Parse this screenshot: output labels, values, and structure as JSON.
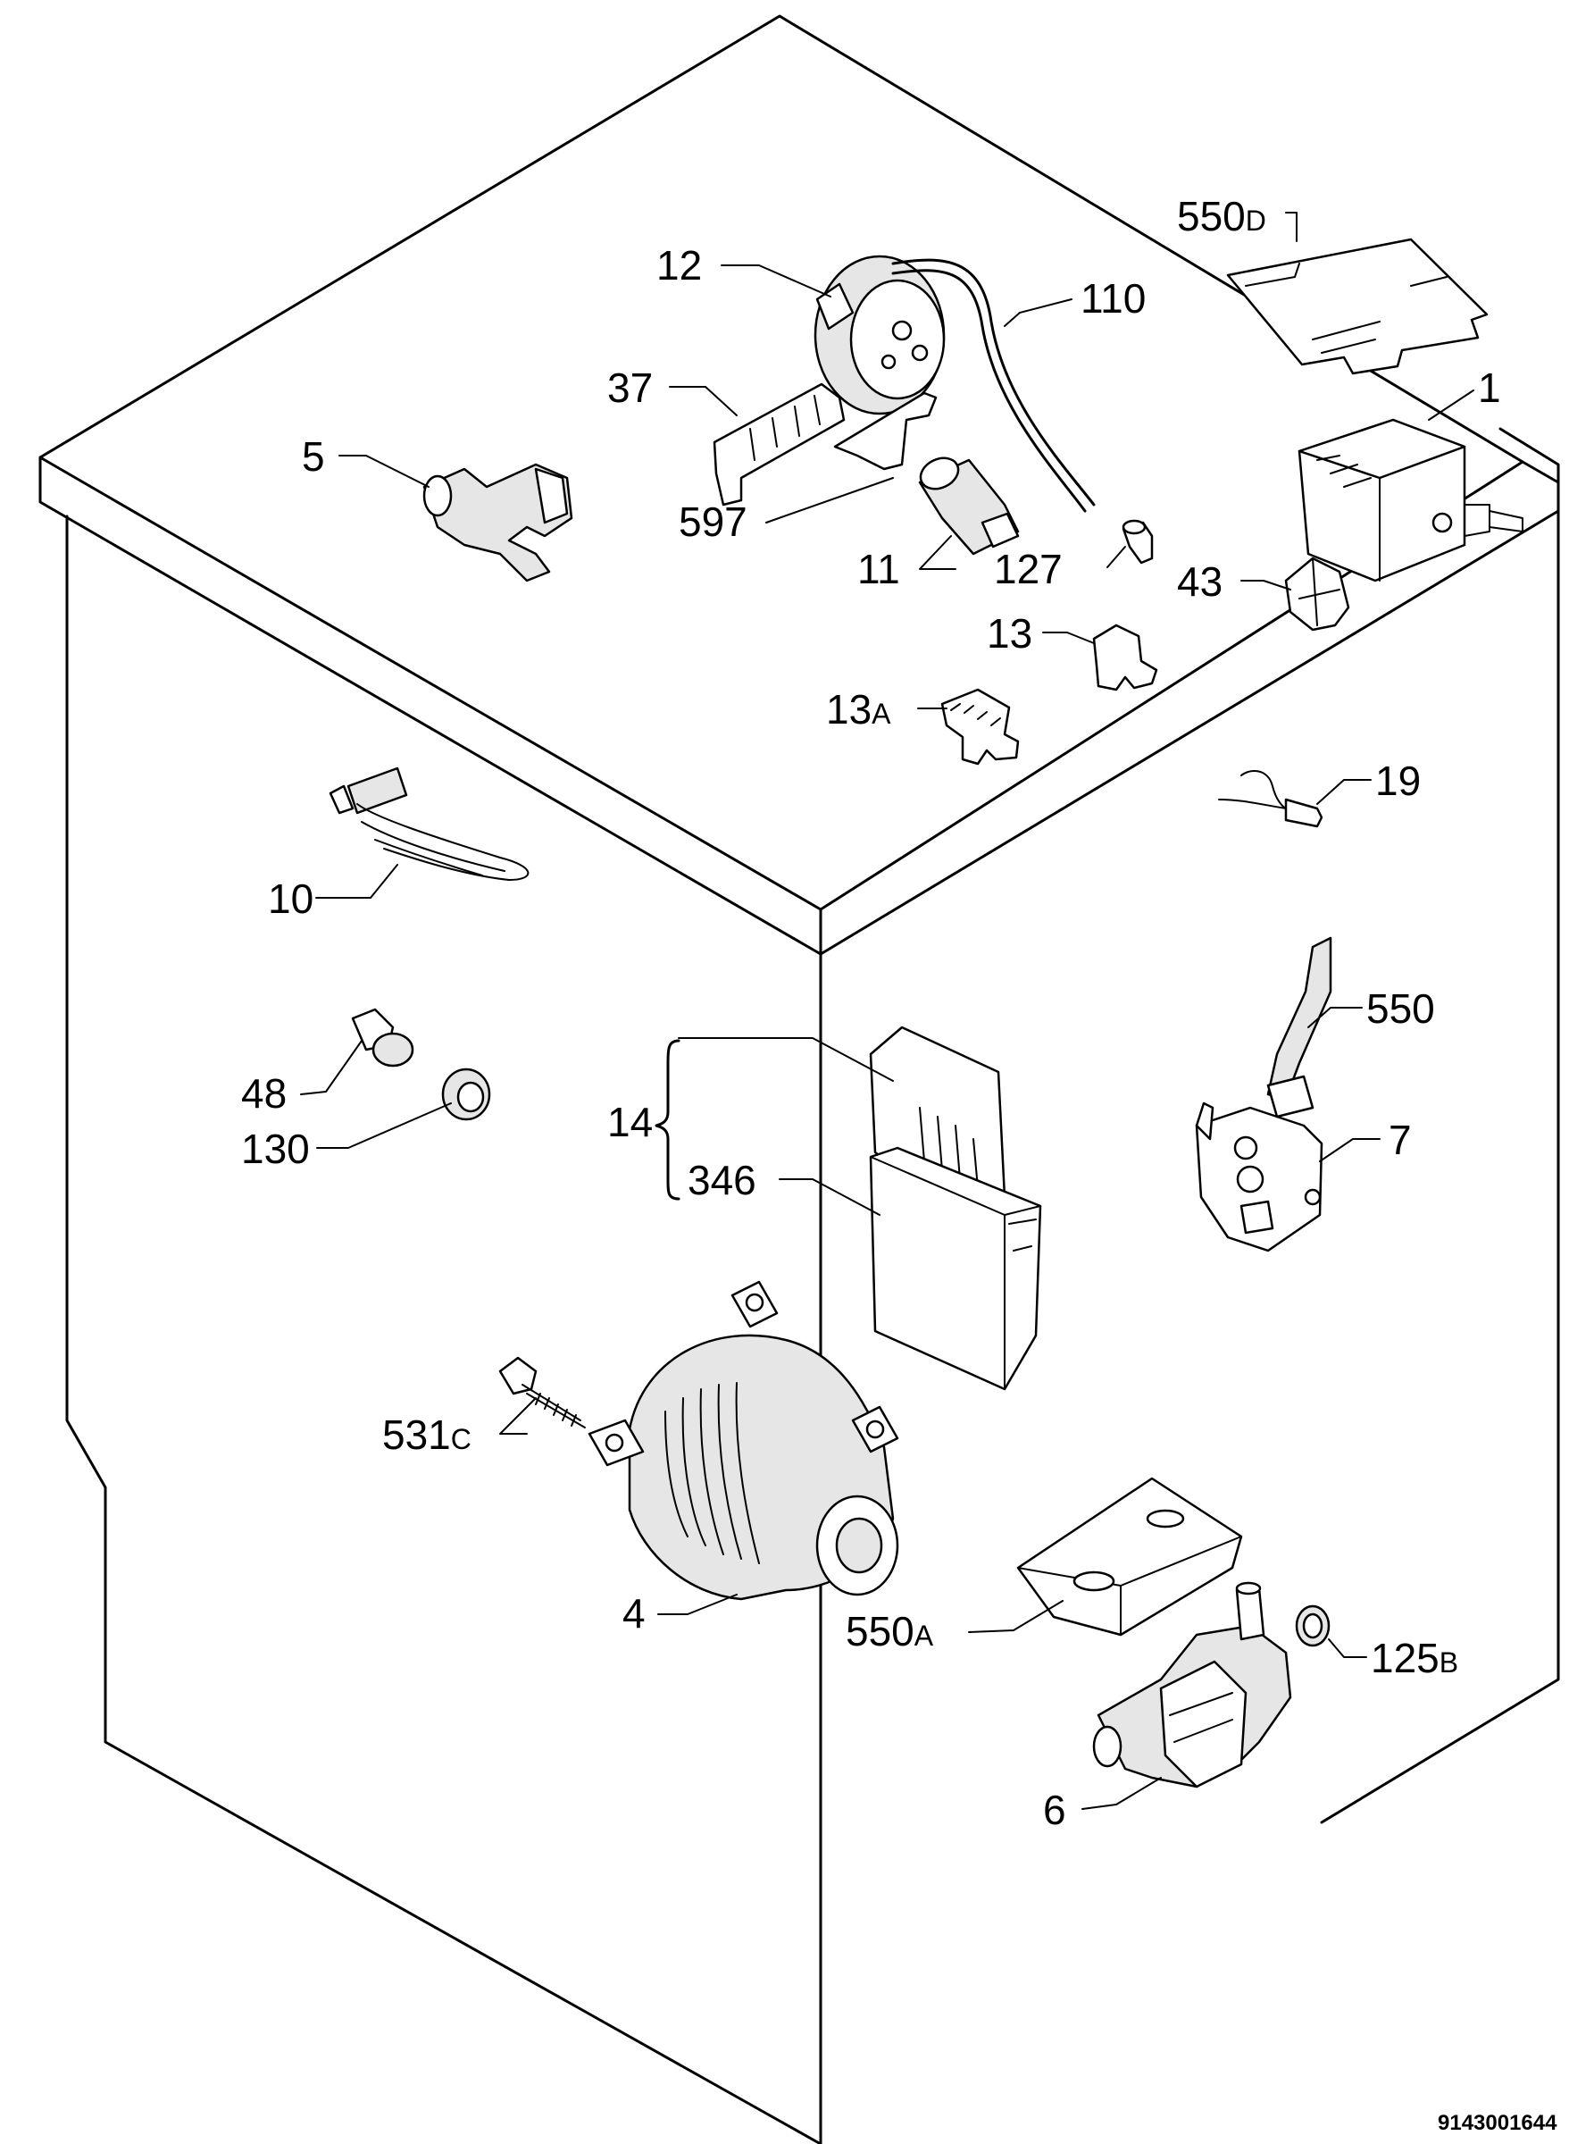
{
  "labels": {
    "l1": "1",
    "l4": "4",
    "l5": "5",
    "l6": "6",
    "l7": "7",
    "l10": "10",
    "l11": "11",
    "l12": "12",
    "l13": "13",
    "l13a_num": "13",
    "l13a_suf": "A",
    "l14": "14",
    "l19": "19",
    "l37": "37",
    "l43": "43",
    "l48": "48",
    "l110": "110",
    "l125b_num": "125",
    "l125b_suf": "B",
    "l127": "127",
    "l130": "130",
    "l346": "346",
    "l531c_num": "531",
    "l531c_suf": "C",
    "l550": "550",
    "l550a_num": "550",
    "l550a_suf": "A",
    "l550d_num": "550",
    "l550d_suf": "D",
    "l597": "597"
  },
  "drawing_code": "9143001644"
}
